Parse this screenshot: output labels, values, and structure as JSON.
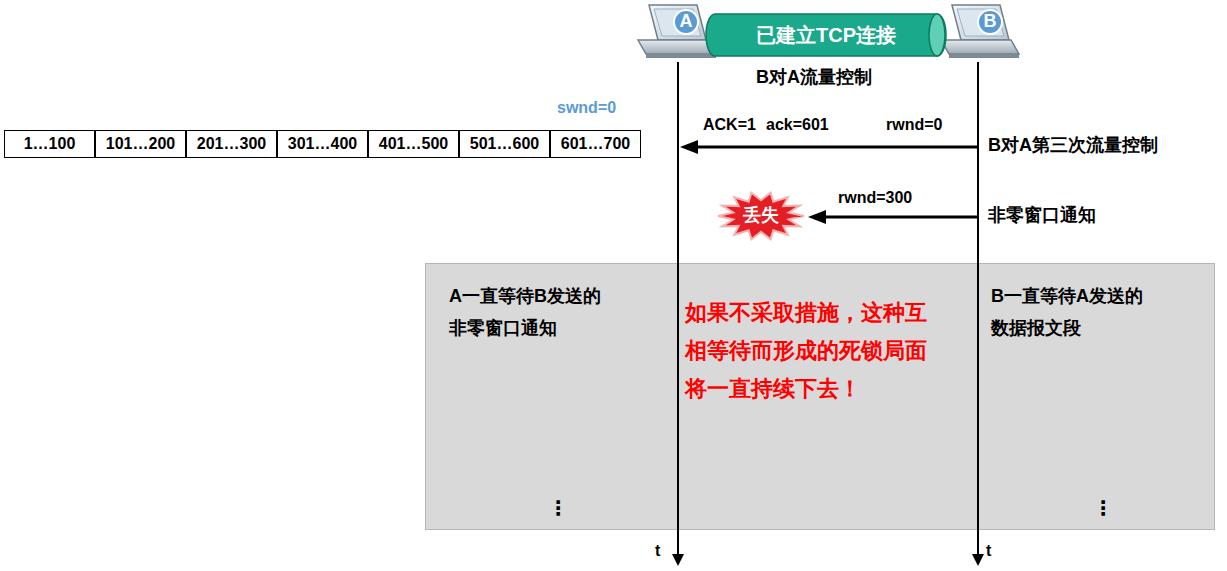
{
  "diagram": {
    "nodes": [
      {
        "text": [
          "A"
        ]
      },
      {
        "text": [
          "已建立TCP连接"
        ]
      },
      {
        "text": [
          "B"
        ]
      },
      {
        "text": [
          "1…100"
        ]
      },
      {
        "text": [
          "101…200"
        ]
      },
      {
        "text": [
          "201…300"
        ]
      },
      {
        "text": [
          "301…400"
        ]
      },
      {
        "text": [
          "401…500"
        ]
      },
      {
        "text": [
          "501…600"
        ]
      },
      {
        "text": [
          "601…700"
        ]
      },
      {
        "text": [
          "丢失"
        ]
      },
      {
        "text": [
          "A一直等待B发送的 非零窗口通知",
          "如果不采取措施，这种互相等待而形成的死锁局面将一直持续下去！",
          "B一直等待A发送的 数据报文段",
          "⋮",
          "⋮"
        ]
      }
    ],
    "labels": [
      "B对A流量控制",
      "swnd=0",
      "ACK=1",
      "ack=601",
      "rwnd=0",
      "B对A第三次流量控制",
      "rwnd=300",
      "非零窗口通知",
      "t",
      "t"
    ]
  }
}
